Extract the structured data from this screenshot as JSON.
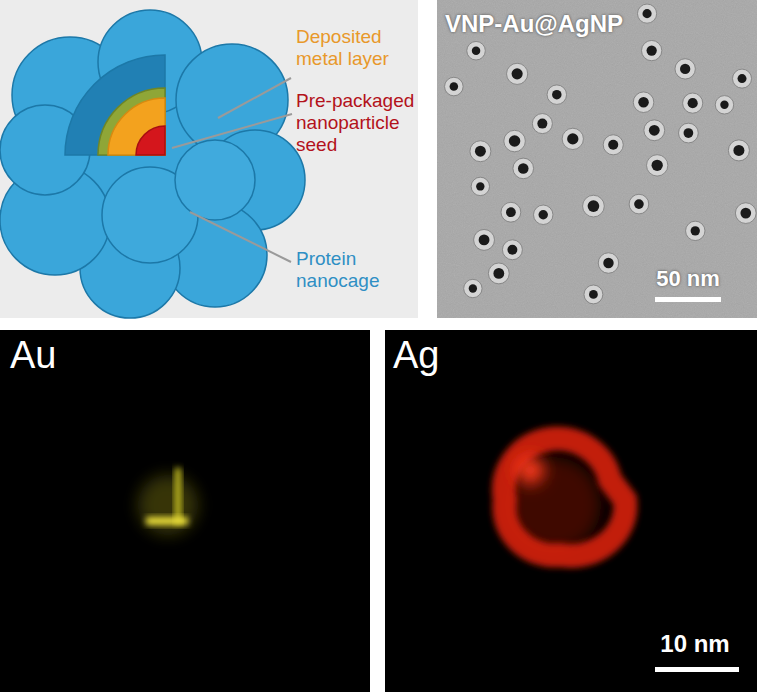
{
  "diagram": {
    "nodes": [
      {
        "text": [
          "Deposited metal layer",
          "Pre-packaged nanoparticle seed",
          "Protein nanocage"
        ]
      },
      {
        "text": [
          "VNP-Au@AgNP",
          "50 nm"
        ]
      },
      {
        "text": [
          "Au"
        ]
      },
      {
        "text": [
          "Ag",
          "10 nm"
        ]
      }
    ]
  }
}
